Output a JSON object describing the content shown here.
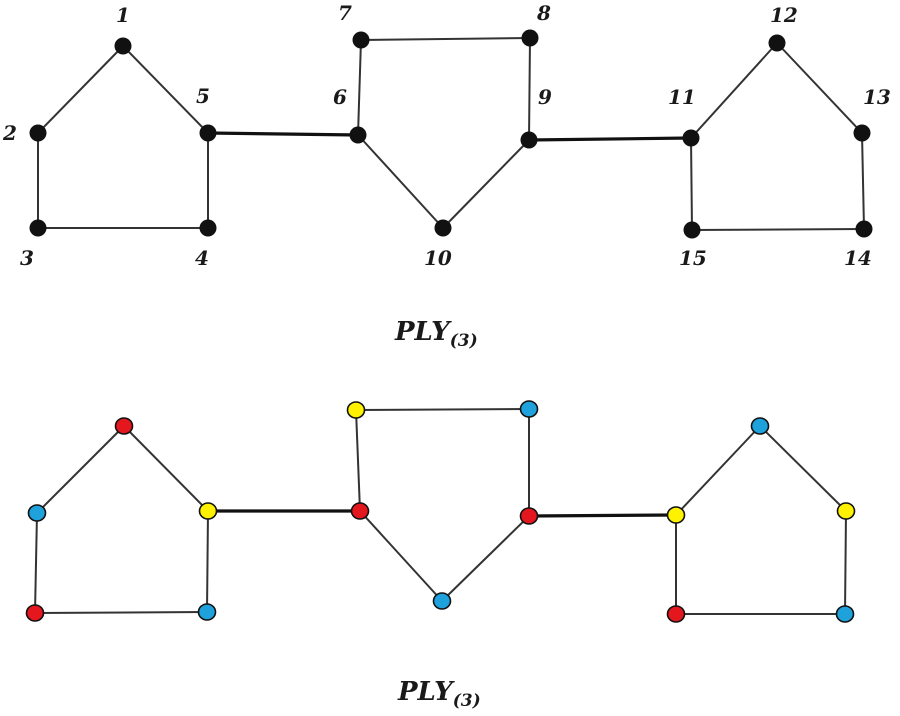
{
  "colors": {
    "red": "#e3171d",
    "yellow": "#fff200",
    "blue": "#1fa2dc",
    "black": "#111111"
  },
  "top": {
    "caption": {
      "main": "PLY",
      "sub": "(3)"
    },
    "vertices": [
      {
        "id": "1",
        "label": "1"
      },
      {
        "id": "2",
        "label": "2"
      },
      {
        "id": "3",
        "label": "3"
      },
      {
        "id": "4",
        "label": "4"
      },
      {
        "id": "5",
        "label": "5"
      },
      {
        "id": "6",
        "label": "6"
      },
      {
        "id": "7",
        "label": "7"
      },
      {
        "id": "8",
        "label": "8"
      },
      {
        "id": "9",
        "label": "9"
      },
      {
        "id": "10",
        "label": "10"
      },
      {
        "id": "11",
        "label": "11"
      },
      {
        "id": "12",
        "label": "12"
      },
      {
        "id": "13",
        "label": "13"
      },
      {
        "id": "14",
        "label": "14"
      },
      {
        "id": "15",
        "label": "15"
      }
    ]
  },
  "bottom": {
    "caption": {
      "main": "PLY",
      "sub": "(3)"
    },
    "vertex_colors": {
      "1": "red",
      "2": "blue",
      "3": "red",
      "4": "blue",
      "5": "yellow",
      "6": "red",
      "7": "yellow",
      "8": "blue",
      "9": "red",
      "10": "blue",
      "11": "yellow",
      "12": "blue",
      "13": "yellow",
      "14": "blue",
      "15": "red"
    }
  },
  "edges": [
    [
      "1",
      "2"
    ],
    [
      "2",
      "3"
    ],
    [
      "3",
      "4"
    ],
    [
      "4",
      "5"
    ],
    [
      "5",
      "1"
    ],
    [
      "5",
      "6"
    ],
    [
      "6",
      "7"
    ],
    [
      "7",
      "8"
    ],
    [
      "8",
      "9"
    ],
    [
      "9",
      "10"
    ],
    [
      "10",
      "6"
    ],
    [
      "9",
      "11"
    ],
    [
      "11",
      "12"
    ],
    [
      "12",
      "13"
    ],
    [
      "13",
      "14"
    ],
    [
      "14",
      "15"
    ],
    [
      "15",
      "11"
    ]
  ],
  "bridge_edges": [
    [
      "5",
      "6"
    ],
    [
      "9",
      "11"
    ]
  ]
}
